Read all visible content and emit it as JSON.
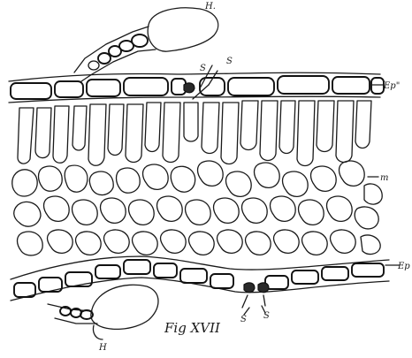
{
  "figure": {
    "caption": "Fig XVII",
    "labels": {
      "hair_top": "H.",
      "hair_bottom": "H",
      "stoma_top_left": "S",
      "stoma_top_right": "S",
      "stoma_bottom_left": "S",
      "stoma_bottom_right": "S",
      "upper_epidermis": "Ep\"",
      "mesophyll": "m",
      "lower_epidermis": "Ep"
    }
  }
}
